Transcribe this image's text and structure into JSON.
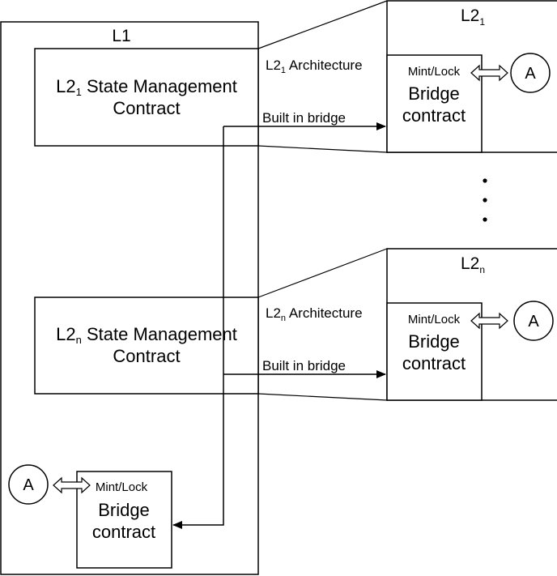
{
  "l1": {
    "title": "L1"
  },
  "l2_first": {
    "title": "L2",
    "sub": "1",
    "sm_line1_pre": "L2",
    "sm_line1_sub": "1",
    "sm_line1_post": " State Management",
    "sm_line2": "Contract",
    "arch_pre": "L2",
    "arch_sub": "1",
    "arch_post": " Architecture",
    "built_in": "Built in bridge",
    "mint_lock": "Mint/Lock",
    "bridge_line1": "Bridge",
    "bridge_line2": "contract",
    "asset": "A"
  },
  "l2_n": {
    "title": "L2",
    "sub": "n",
    "sm_line1_pre": "L2",
    "sm_line1_sub": "n",
    "sm_line1_post": " State Management",
    "sm_line2": "Contract",
    "arch_pre": "L2",
    "arch_sub": "n",
    "arch_post": " Architecture",
    "built_in": "Built in bridge",
    "mint_lock": "Mint/Lock",
    "bridge_line1": "Bridge",
    "bridge_line2": "contract",
    "asset": "A"
  },
  "l1_bridge": {
    "mint_lock": "Mint/Lock",
    "bridge_line1": "Bridge",
    "bridge_line2": "contract",
    "asset": "A"
  }
}
